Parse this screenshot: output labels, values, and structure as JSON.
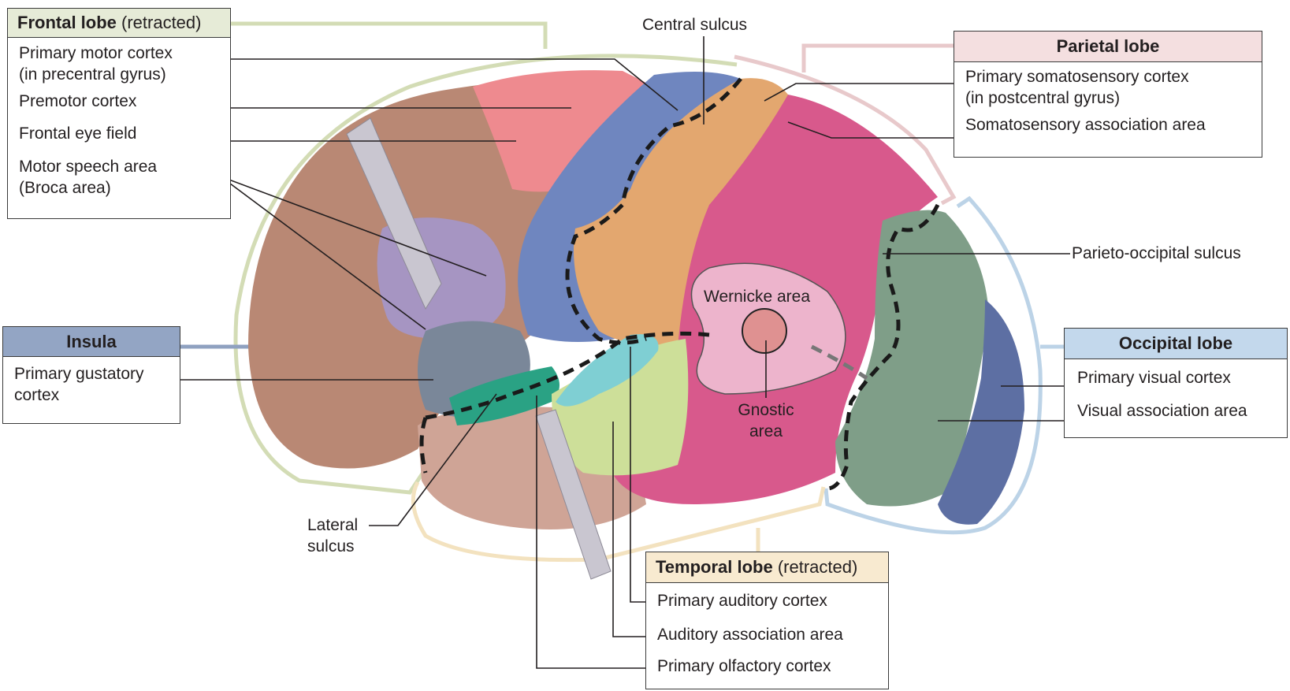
{
  "title": "Functional regions of the cerebral cortex (lateral view)",
  "colors": {
    "frontal": "#d3dcb5",
    "frontal_head": "#e6ebd7",
    "parietal": "#e8c9cb",
    "parietal_head": "#f4dfe0",
    "occipital": "#bcd3e7",
    "occipital_head": "#c3d8ec",
    "insula": "#8fa1c0",
    "insula_head": "#93a5c4",
    "temporal": "#f3e2bf",
    "temporal_head": "#f8ead0",
    "brain_base": "#b98874",
    "primary_motor": "#6f86bf",
    "premotor": "#ee8a8f",
    "broca": "#a695c2",
    "somatosensory": "#e3a76f",
    "somato_assoc": "#d8598c",
    "occipital_assoc": "#7f9e88",
    "primary_visual": "#5d6fa3",
    "auditory_primary": "#7fcfd3",
    "auditory_assoc": "#cddf99",
    "olfactory": "#2aa284",
    "insula_region": "#7a8799",
    "temporal_base": "#cfa496",
    "wernicke": "#f4d3e2",
    "gnostic": "#df9191"
  },
  "frontal_lobe": {
    "title_bold": "Frontal lobe",
    "title_rest": " (retracted)",
    "items": [
      [
        "Primary motor cortex",
        "(in precentral gyrus)"
      ],
      [
        "Premotor cortex"
      ],
      [
        "Frontal eye field"
      ],
      [
        "Motor speech area",
        "(Broca area)"
      ]
    ]
  },
  "parietal_lobe": {
    "title": "Parietal lobe",
    "items": [
      [
        "Primary somatosensory cortex",
        "(in postcentral gyrus)"
      ],
      [
        "Somatosensory association area"
      ]
    ]
  },
  "occipital_lobe": {
    "title": "Occipital lobe",
    "items": [
      "Primary visual cortex",
      "Visual association area"
    ]
  },
  "insula": {
    "title": "Insula",
    "items": [
      [
        "Primary gustatory",
        "cortex"
      ]
    ]
  },
  "temporal_lobe": {
    "title_bold": "Temporal lobe",
    "title_rest": " (retracted)",
    "items": [
      "Primary auditory cortex",
      "Auditory association area",
      "Primary olfactory cortex"
    ]
  },
  "free_labels": {
    "central_sulcus": "Central sulcus",
    "parieto_occipital_sulcus": "Parieto-occipital sulcus",
    "wernicke": "Wernicke area",
    "gnostic_1": "Gnostic",
    "gnostic_2": "area",
    "lateral_1": "Lateral",
    "lateral_2": "sulcus"
  }
}
